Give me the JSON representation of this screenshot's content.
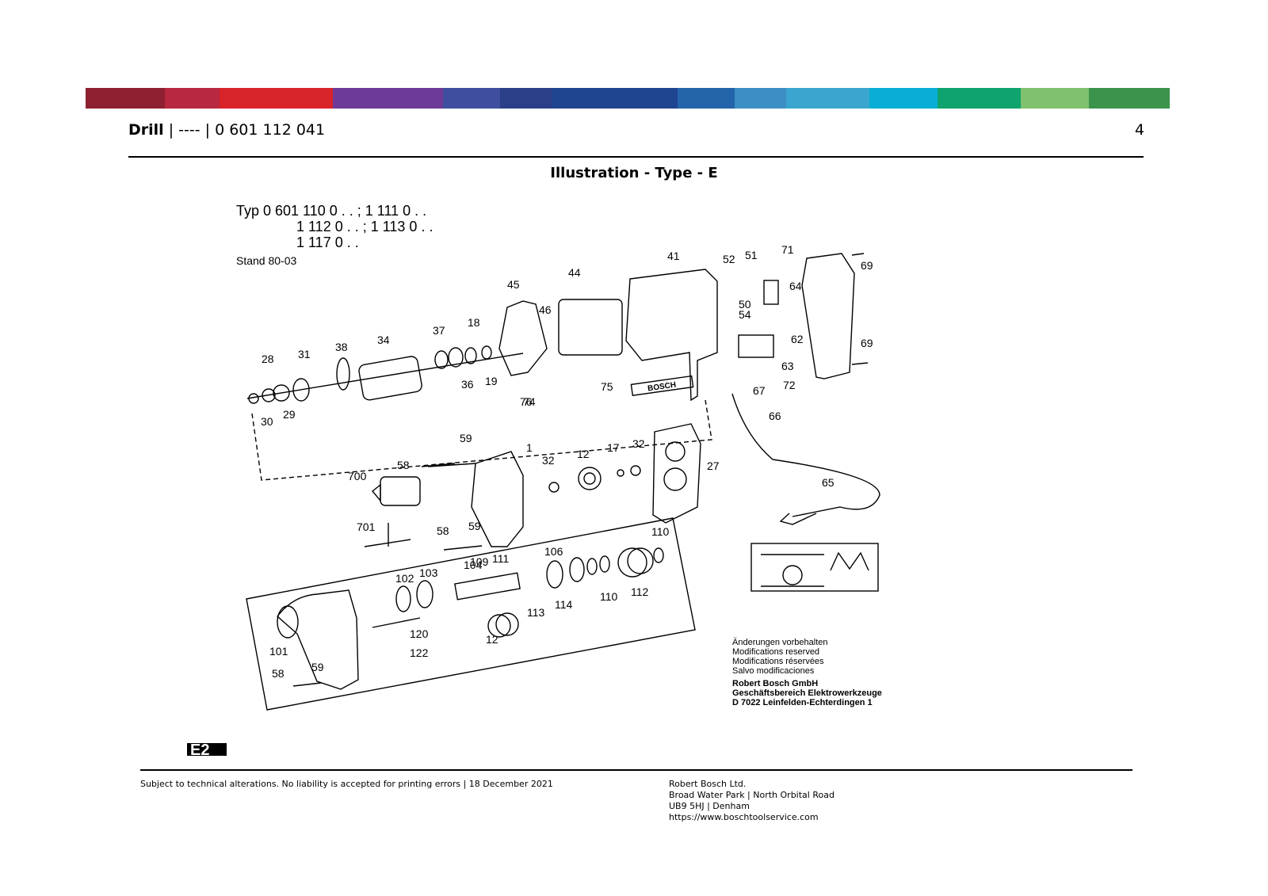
{
  "brand_colors": [
    "#8e2131",
    "#b8283f",
    "#d8232a",
    "#6d3b97",
    "#3f4e9e",
    "#2a3f88",
    "#1f4490",
    "#2464ab",
    "#3b8fc4",
    "#3aa6cf",
    "#08aed6",
    "#0fa36e",
    "#7fc16e",
    "#3c944c"
  ],
  "header": {
    "product": "Drill",
    "separator1": " | ---- | ",
    "part_number": "0 601 112 041",
    "page": "4"
  },
  "title": "Illustration - Type - E",
  "drawing": {
    "type_block": {
      "line1": "Typ 0 601 110 0 . . ; 1 111 0 . .",
      "line2": "1 112 0 . . ; 1 113 0 . .",
      "line3": "1 117 0 . .",
      "stand": "Stand 80-03"
    },
    "part_labels": [
      "1",
      "12",
      "12",
      "17",
      "18",
      "19",
      "27",
      "28",
      "29",
      "30",
      "31",
      "32",
      "32",
      "34",
      "36",
      "37",
      "38",
      "41",
      "44",
      "45",
      "46",
      "50",
      "51",
      "52",
      "54",
      "58",
      "58",
      "58",
      "59",
      "59",
      "59",
      "62",
      "63",
      "64",
      "65",
      "66",
      "67",
      "69",
      "69",
      "71",
      "72",
      "74",
      "75",
      "76",
      "101",
      "102",
      "103",
      "104",
      "106",
      "109",
      "110",
      "110",
      "111",
      "112",
      "113",
      "114",
      "120",
      "122",
      "700",
      "701"
    ],
    "brand_plate": "BOSCH",
    "notes": [
      "Änderungen vorbehalten",
      "Modifications reserved",
      "Modifications réservées",
      "Salvo modificaciones"
    ],
    "company": [
      "Robert Bosch GmbH",
      "Geschäftsbereich Elektrowerkzeuge",
      "D 7022 Leinfelden-Echterdingen 1"
    ],
    "sheet_code": "E2"
  },
  "footer": {
    "disclaimer": "Subject to technical alterations. No liability is accepted for printing errors | 18 December 2021",
    "address": [
      "Robert Bosch Ltd.",
      "Broad Water Park | North Orbital Road",
      "UB9 5HJ | Denham",
      "https://www.boschtoolservice.com"
    ]
  }
}
